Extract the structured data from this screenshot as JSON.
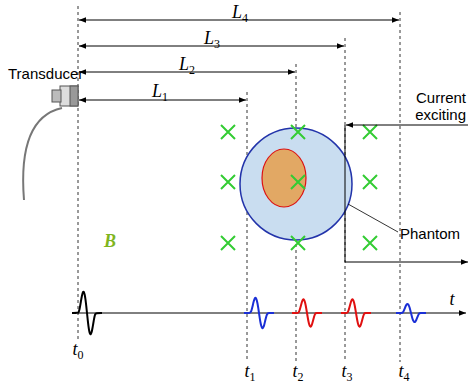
{
  "diagram": {
    "labels": [
      "L4",
      "L3",
      "L2",
      "L1",
      "Current exciting",
      "Transducer",
      "B",
      "Phantom",
      "t",
      "t0",
      "t1",
      "t2",
      "t3",
      "t4"
    ]
  }
}
